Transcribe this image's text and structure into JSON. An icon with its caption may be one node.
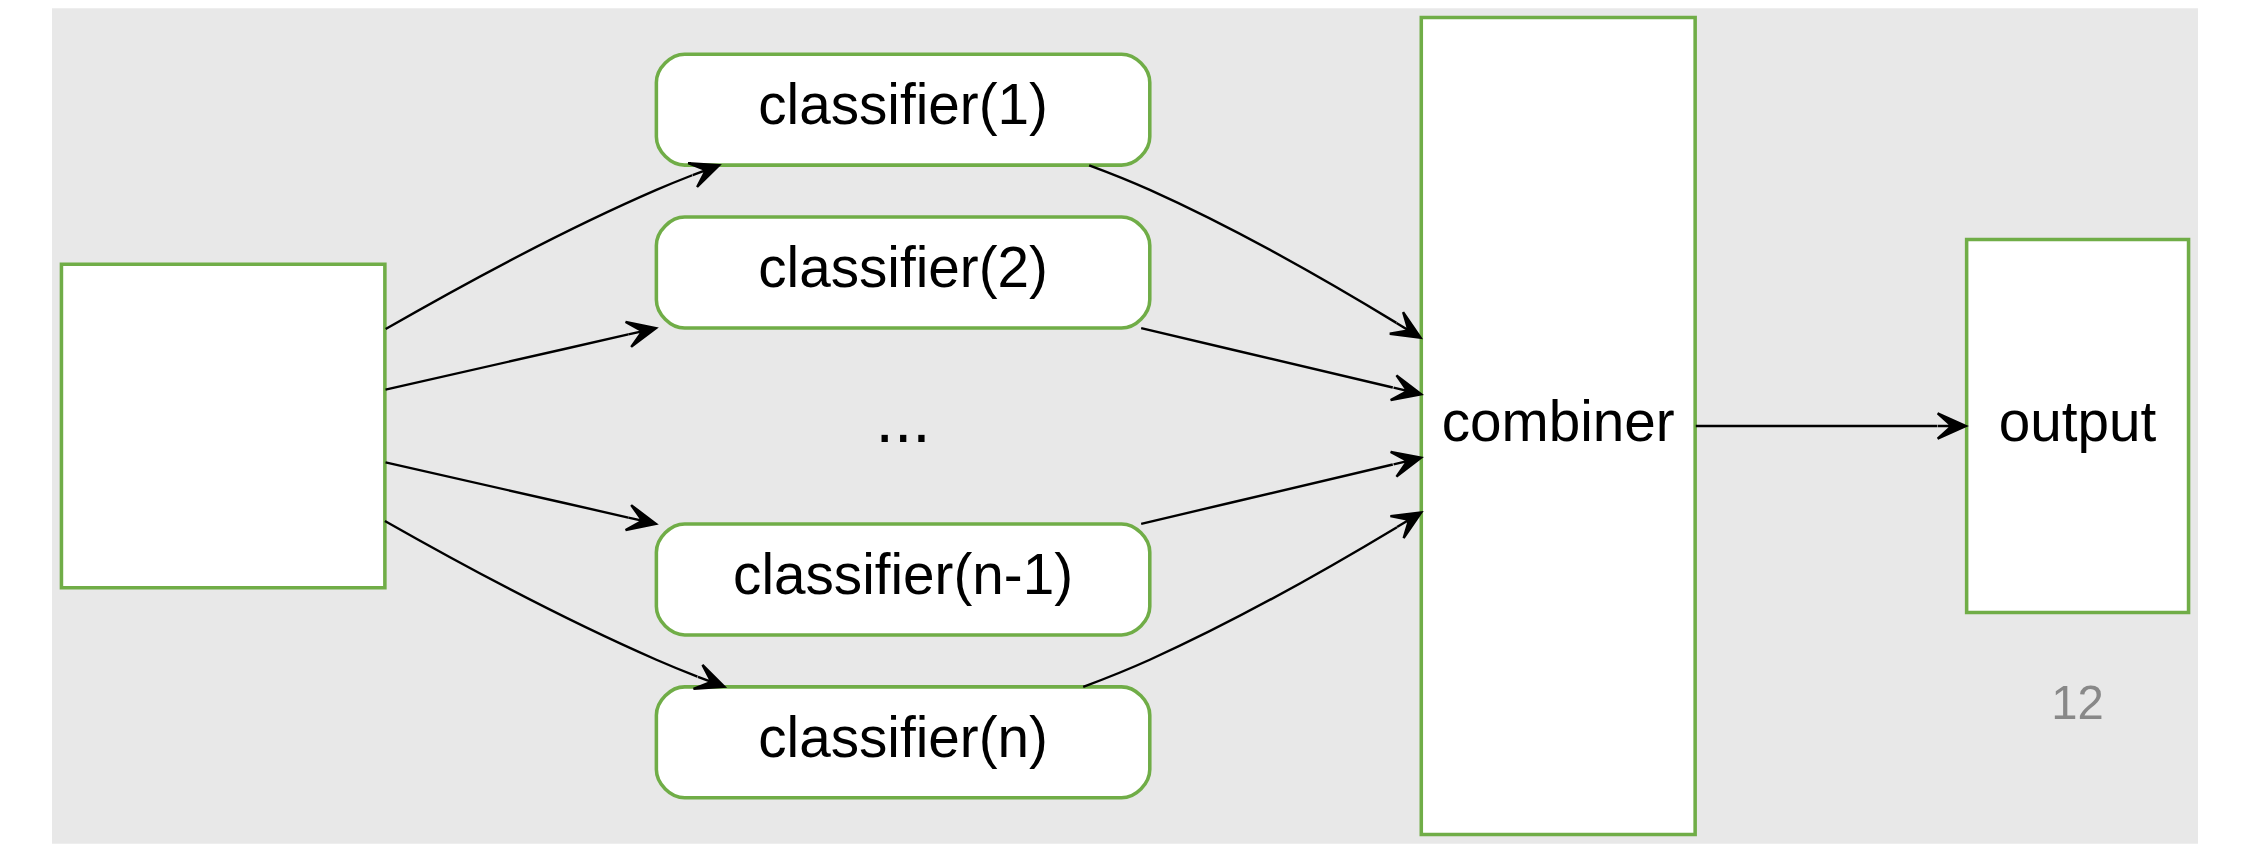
{
  "diagram": {
    "nodes": [
      {
        "text": [],
        "shape": "box"
      },
      {
        "text": [
          "classifier(1)"
        ]
      },
      {
        "text": [
          "classifier(2)"
        ]
      },
      {
        "text": [
          "classifier(n-1)"
        ]
      },
      {
        "text": [
          "classifier(n)"
        ]
      },
      {
        "text": [
          "combiner"
        ]
      },
      {
        "text": [
          "output"
        ]
      }
    ],
    "edges": [
      {
        "from": 0,
        "to": 1,
        "arrow": "to"
      },
      {
        "from": 0,
        "to": 2,
        "arrow": "to"
      },
      {
        "from": 0,
        "to": 3,
        "arrow": "to"
      },
      {
        "from": 0,
        "to": 4,
        "arrow": "to"
      },
      {
        "from": 1,
        "to": 5,
        "arrow": "to"
      },
      {
        "from": 2,
        "to": 5,
        "arrow": "to"
      },
      {
        "from": 3,
        "to": 5,
        "arrow": "to"
      },
      {
        "from": 4,
        "to": 5,
        "arrow": "to"
      },
      {
        "from": 5,
        "to": 6,
        "arrow": "to"
      }
    ],
    "labels": [
      "...",
      "12"
    ]
  }
}
